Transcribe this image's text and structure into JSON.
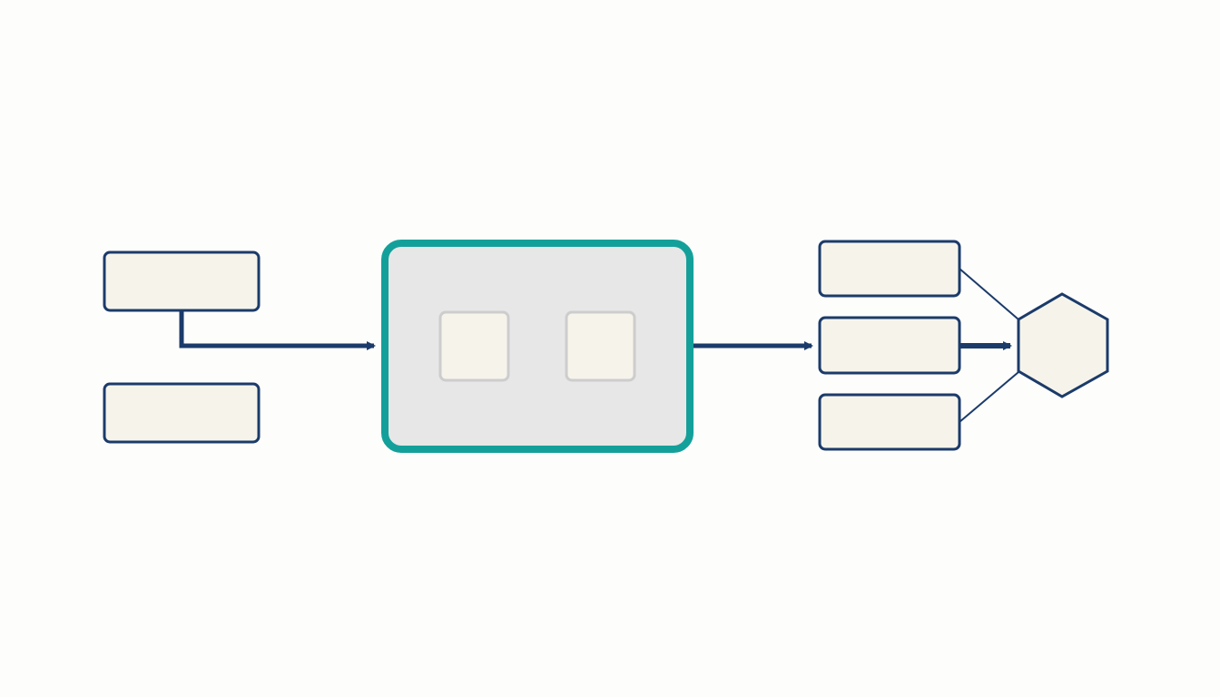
{
  "diagram": {
    "colors": {
      "background": "#fdfdfc",
      "node_fill": "#f6f4ea",
      "node_stroke": "#1b3b6a",
      "edge": "#1b3b6a",
      "container_fill": "#e7e7e7",
      "container_stroke": "#14a09a",
      "inner_fill": "#f6f4ea",
      "inner_stroke": "#cdcdcd"
    },
    "nodes": [
      {
        "id": "input-box-top",
        "shape": "rounded-rect",
        "label": ""
      },
      {
        "id": "input-box-bottom",
        "shape": "rounded-rect",
        "label": ""
      },
      {
        "id": "process-container",
        "shape": "rounded-rect",
        "label": ""
      },
      {
        "id": "inner-box-left",
        "shape": "rounded-square",
        "label": ""
      },
      {
        "id": "inner-box-right",
        "shape": "rounded-square",
        "label": ""
      },
      {
        "id": "output-box-top",
        "shape": "rounded-rect",
        "label": ""
      },
      {
        "id": "output-box-middle",
        "shape": "rounded-rect",
        "label": ""
      },
      {
        "id": "output-box-bottom",
        "shape": "rounded-rect",
        "label": ""
      },
      {
        "id": "result-hexagon",
        "shape": "hexagon",
        "label": ""
      }
    ],
    "edges": [
      {
        "from": "input-box-top",
        "to": "process-container",
        "arrow": true
      },
      {
        "from": "process-container",
        "to": "output-box-middle",
        "arrow": true
      },
      {
        "from": "output-box-middle",
        "to": "result-hexagon",
        "arrow": true
      },
      {
        "from": "output-box-top",
        "to": "result-hexagon",
        "arrow": false
      },
      {
        "from": "output-box-bottom",
        "to": "result-hexagon",
        "arrow": false
      }
    ]
  }
}
